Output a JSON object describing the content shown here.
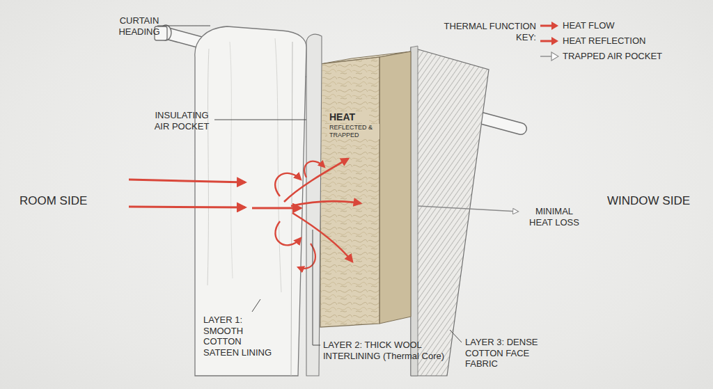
{
  "diagram": {
    "labels": [
      "THERMAL FUNCTION KEY:",
      "CURTAIN HEADING",
      "INSULATING AIR POCKET",
      "HEAT",
      "REFLECTED & TRAPPED",
      "ROOM SIDE",
      "WINDOW SIDE",
      "MINIMAL HEAT LOSS",
      "LAYER 1: SMOOTH COTTON SATEEN LINING",
      "LAYER 2: THICK WOOL INTERLINING (Thermal Core)",
      "LAYER 3: DENSE COTTON FACE FABRIC"
    ],
    "legend": [
      {
        "text": "HEAT FLOW"
      },
      {
        "text": "HEAT REFLECTION"
      },
      {
        "text": "TRAPPED AIR POCKET"
      }
    ]
  }
}
